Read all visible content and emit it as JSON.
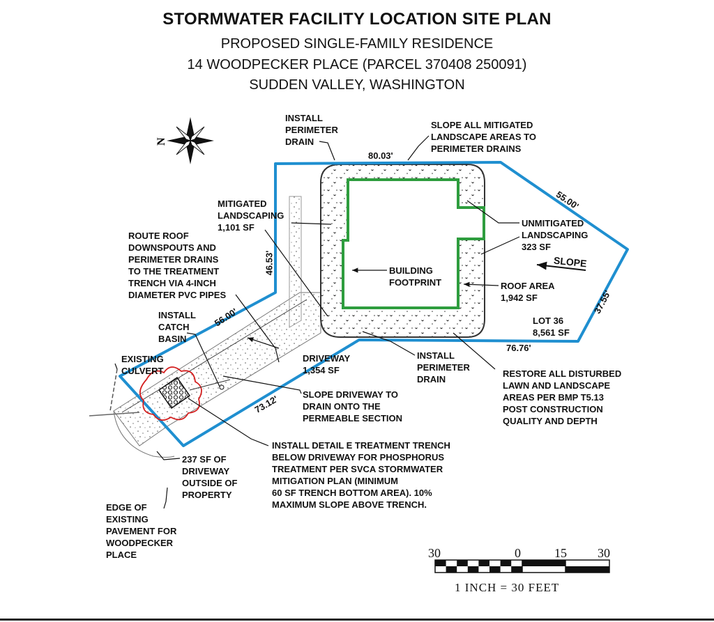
{
  "title": {
    "main": "STORMWATER FACILITY LOCATION SITE PLAN",
    "line2": "PROPOSED SINGLE-FAMILY RESIDENCE",
    "line3": "14 WOODPECKER PLACE (PARCEL 370408 250091)",
    "line4": "SUDDEN VALLEY, WASHINGTON"
  },
  "north": "N",
  "labels": {
    "install_drain_top": [
      "INSTALL",
      "PERIMETER",
      "DRAIN"
    ],
    "slope_mitigated": [
      "SLOPE ALL MITIGATED",
      "LANDSCAPE AREAS TO",
      "PERIMETER DRAINS"
    ],
    "mitigated_landscaping": [
      "MITIGATED",
      "LANDSCAPING",
      "1,101 SF"
    ],
    "route_roof": [
      "ROUTE ROOF",
      "DOWNSPOUTS AND",
      "PERIMETER DRAINS",
      "TO THE TREATMENT",
      "TRENCH VIA 4-INCH",
      "DIAMETER PVC PIPES"
    ],
    "unmitigated": [
      "UNMITIGATED",
      "LANDSCAPING",
      "323 SF"
    ],
    "slope_arrow": "SLOPE",
    "building_footprint": [
      "BUILDING",
      "FOOTPRINT"
    ],
    "roof_area": [
      "ROOF AREA",
      "1,942 SF"
    ],
    "catch_basin": [
      "INSTALL",
      "CATCH",
      "BASIN"
    ],
    "lot": [
      "LOT 36",
      "8,561 SF"
    ],
    "existing_culvert": [
      "EXISTING",
      "CULVERT"
    ],
    "driveway": [
      "DRIVEWAY",
      "1,354 SF"
    ],
    "install_drain_bottom": [
      "INSTALL",
      "PERIMETER",
      "DRAIN"
    ],
    "restore": [
      "RESTORE ALL DISTURBED",
      "LAWN AND LANDSCAPE",
      "AREAS PER BMP T5.13",
      "POST CONSTRUCTION",
      "QUALITY AND DEPTH"
    ],
    "slope_driveway": [
      "SLOPE DRIVEWAY TO",
      "DRAIN ONTO THE",
      "PERMEABLE SECTION"
    ],
    "treatment_trench": [
      "INSTALL DETAIL E TREATMENT TRENCH",
      "BELOW DRIVEWAY FOR PHOSPHORUS",
      "TREATMENT PER SVCA STORMWATER",
      "MITIGATION PLAN (MINIMUM",
      "60 SF TRENCH BOTTOM AREA). 10%",
      "MAXIMUM SLOPE ABOVE TRENCH."
    ],
    "outside_property": [
      "237 SF OF",
      "DRIVEWAY",
      "OUTSIDE OF",
      "PROPERTY"
    ],
    "edge_pavement": [
      "EDGE OF",
      "EXISTING",
      "PAVEMENT FOR",
      "WOODPECKER",
      "PLACE"
    ]
  },
  "dimensions": {
    "top": "80.03'",
    "upper_right": "55.00'",
    "right": "37.55'",
    "bottom": "76.76'",
    "lower_left": "73.12'",
    "left_diag": "56.00'",
    "left_vert": "46.53'"
  },
  "scale": {
    "ticks": [
      "30",
      "0",
      "15",
      "30"
    ],
    "caption": "1 INCH = 30 FEET"
  },
  "colors": {
    "property_line": "#1f8fd0",
    "building": "#2e9d3e",
    "trench": "#d42020",
    "ink": "#111111"
  }
}
